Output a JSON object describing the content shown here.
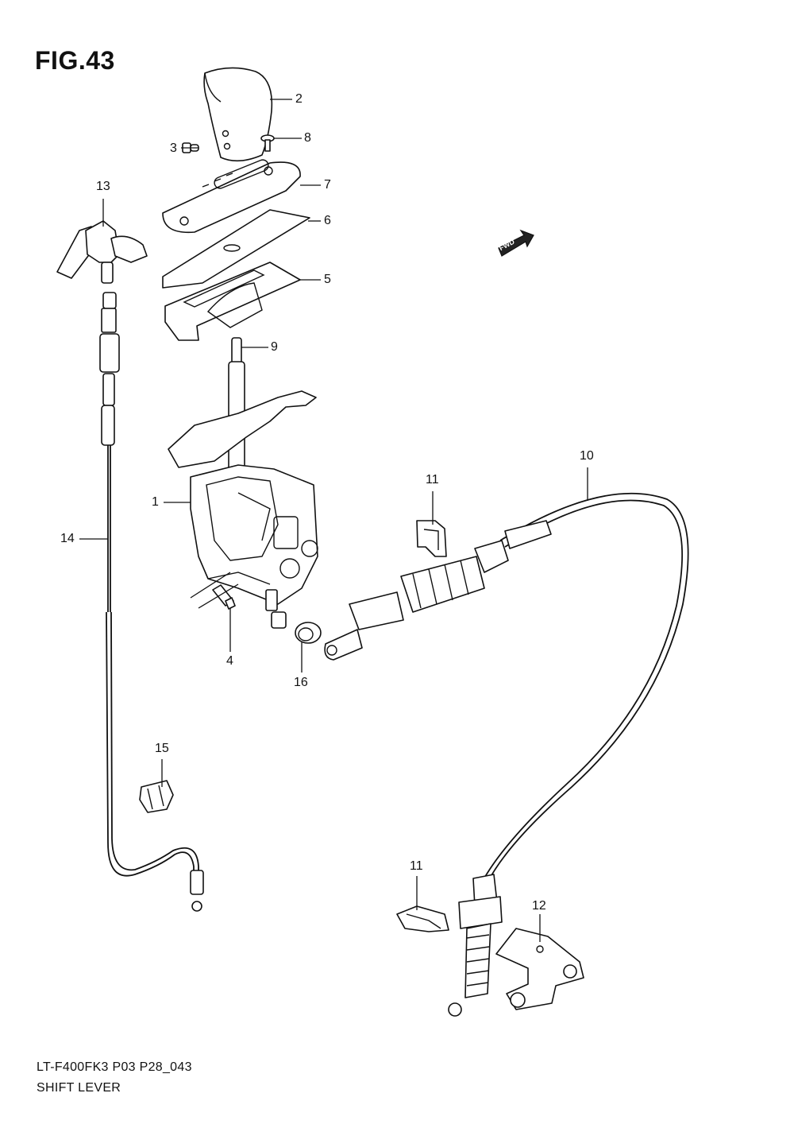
{
  "figure": {
    "title": "FIG.43",
    "fwd_label": "FWD",
    "fwd_icon": "forward-arrow-icon"
  },
  "callouts": [
    "1",
    "2",
    "3",
    "4",
    "5",
    "6",
    "7",
    "8",
    "9",
    "10",
    "11",
    "11",
    "12",
    "13",
    "14",
    "15",
    "16"
  ],
  "footer": {
    "code": "LT-F400FK3 P03 P28_043",
    "caption": "SHIFT LEVER"
  }
}
